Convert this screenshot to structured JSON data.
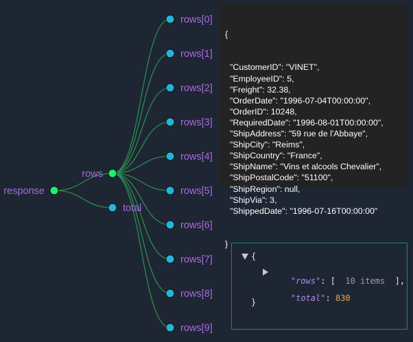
{
  "tree": {
    "root": "response",
    "level1": [
      "rows",
      "total"
    ],
    "rows_children": [
      "rows[0]",
      "rows[1]",
      "rows[2]",
      "rows[3]",
      "rows[4]",
      "rows[5]",
      "rows[6]",
      "rows[7]",
      "rows[8]",
      "rows[9]"
    ]
  },
  "colors": {
    "background": "#1e2633",
    "expanded_node": "#22ee6a",
    "collapsed_node": "#26b4d9",
    "link": "#2e8a4e",
    "label_purple": "#a66be0",
    "label_blue": "#4aa8d8",
    "panel_border": "#1a8a6e"
  },
  "tooltip": {
    "open": "{",
    "close": "}",
    "lines": [
      {
        "key": "\"CustomerID\"",
        "value": "\"VINET\","
      },
      {
        "key": "\"EmployeeID\"",
        "value": "5,"
      },
      {
        "key": "\"Freight\"",
        "value": "32.38,"
      },
      {
        "key": "\"OrderDate\"",
        "value": "\"1996-07-04T00:00:00\","
      },
      {
        "key": "\"OrderID\"",
        "value": "10248,"
      },
      {
        "key": "\"RequiredDate\"",
        "value": "\"1996-08-01T00:00:00\","
      },
      {
        "key": "\"ShipAddress\"",
        "value": "\"59 rue de l'Abbaye\","
      },
      {
        "key": "\"ShipCity\"",
        "value": "\"Reims\","
      },
      {
        "key": "\"ShipCountry\"",
        "value": "\"France\","
      },
      {
        "key": "\"ShipName\"",
        "value": "\"Vins et alcools Chevalier\","
      },
      {
        "key": "\"ShipPostalCode\"",
        "value": "\"51100\","
      },
      {
        "key": "\"ShipRegion\"",
        "value": "null,"
      },
      {
        "key": "\"ShipVia\"",
        "value": "3,"
      },
      {
        "key": "\"ShippedDate\"",
        "value": "\"1996-07-16T00:00:00\""
      }
    ]
  },
  "json_panel": {
    "open_brace": "{",
    "close_brace": "}",
    "rows_key": "\"rows\"",
    "rows_colon": ":",
    "rows_open": "[",
    "rows_count": "10 items",
    "rows_close": "],",
    "total_key": "\"total\"",
    "total_colon": ":",
    "total_value": "830"
  }
}
